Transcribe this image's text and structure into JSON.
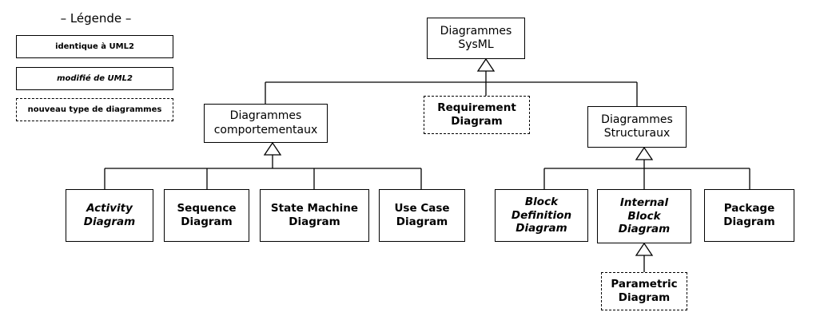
{
  "legend": {
    "title": "– Légende –",
    "items": [
      {
        "label": "identique à UML2",
        "style": "solid"
      },
      {
        "label": "modifié de UML2",
        "style": "solid-italic"
      },
      {
        "label": "nouveau type de diagrammes",
        "style": "dashed"
      }
    ]
  },
  "nodes": {
    "root": {
      "line1": "Diagrammes",
      "line2": "SysML"
    },
    "behavioral": {
      "line1": "Diagrammes",
      "line2": "comportementaux"
    },
    "requirement": {
      "line1": "Requirement",
      "line2": "Diagram"
    },
    "structural": {
      "line1": "Diagrammes",
      "line2": "Structuraux"
    },
    "activity": {
      "line1": "Activity",
      "line2": "Diagram"
    },
    "sequence": {
      "line1": "Sequence",
      "line2": "Diagram"
    },
    "state_machine": {
      "line1": "State Machine",
      "line2": "Diagram"
    },
    "use_case": {
      "line1": "Use Case",
      "line2": "Diagram"
    },
    "block_definition": {
      "line1": "Block",
      "line2": "Definition",
      "line3": "Diagram"
    },
    "internal_block": {
      "line1": "Internal",
      "line2": "Block",
      "line3": "Diagram"
    },
    "package": {
      "line1": "Package",
      "line2": "Diagram"
    },
    "parametric": {
      "line1": "Parametric",
      "line2": "Diagram"
    }
  }
}
